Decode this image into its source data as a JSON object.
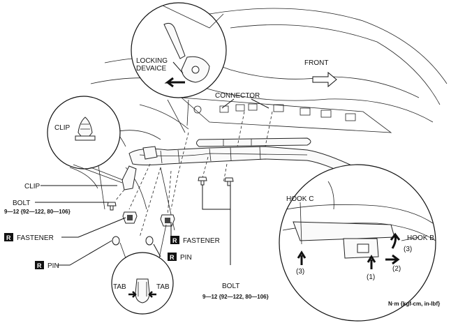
{
  "labels": {
    "locking_device": [
      "LOCKING",
      "DEVAICE"
    ],
    "front": "FRONT",
    "connector": "CONNECTOR",
    "clip_callout": "CLIP",
    "clip": "CLIP",
    "bolt_left": "BOLT",
    "bolt_left_torque": "9—12 {92—122, 80—106}",
    "fastener_left": "FASTENER",
    "fastener_right": "FASTENER",
    "pin_left": "PIN",
    "pin_right": "PIN",
    "replace_badge": "R",
    "tab_left": "TAB",
    "tab_right": "TAB",
    "bolt_bottom": "BOLT",
    "bolt_bottom_torque": "9—12 {92—122, 80—106}",
    "hook_c": "HOOK C",
    "hook_b": "HOOK B",
    "step_1": "(1)",
    "step_2": "(2)",
    "step_3_left": "(3)",
    "step_3_right": "(3)",
    "units_note": "N·m {kgf-cm, in-lbf}"
  }
}
